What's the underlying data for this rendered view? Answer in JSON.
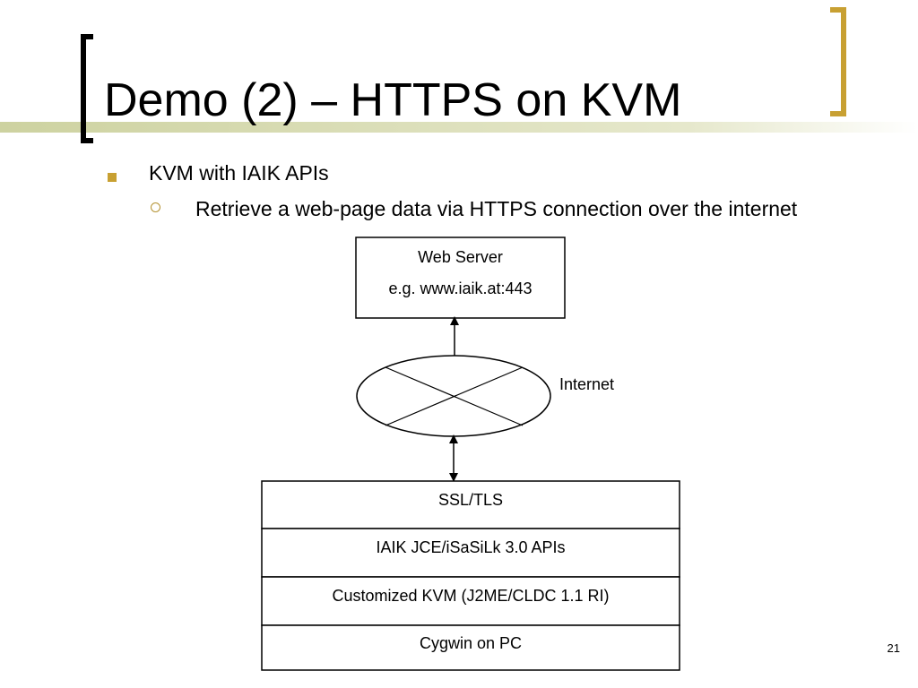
{
  "slide": {
    "title": "Demo (2) – HTTPS on KVM",
    "bullet_1": "KVM with IAIK APIs",
    "bullet_1_1": "Retrieve a web-page data via HTTPS connection over the internet",
    "page_number": "21"
  },
  "diagram": {
    "web_server_line1": "Web Server",
    "web_server_line2": "e.g. www.iaik.at:443",
    "internet_label": "Internet",
    "stack": [
      "SSL/TLS",
      "IAIK JCE/iSaSiLk 3.0 APIs",
      "Customized KVM (J2ME/CLDC 1.1 RI)",
      "Cygwin on PC"
    ]
  },
  "colors": {
    "accent_gold": "#c8a032",
    "title_rule": "#d8dcb0"
  }
}
